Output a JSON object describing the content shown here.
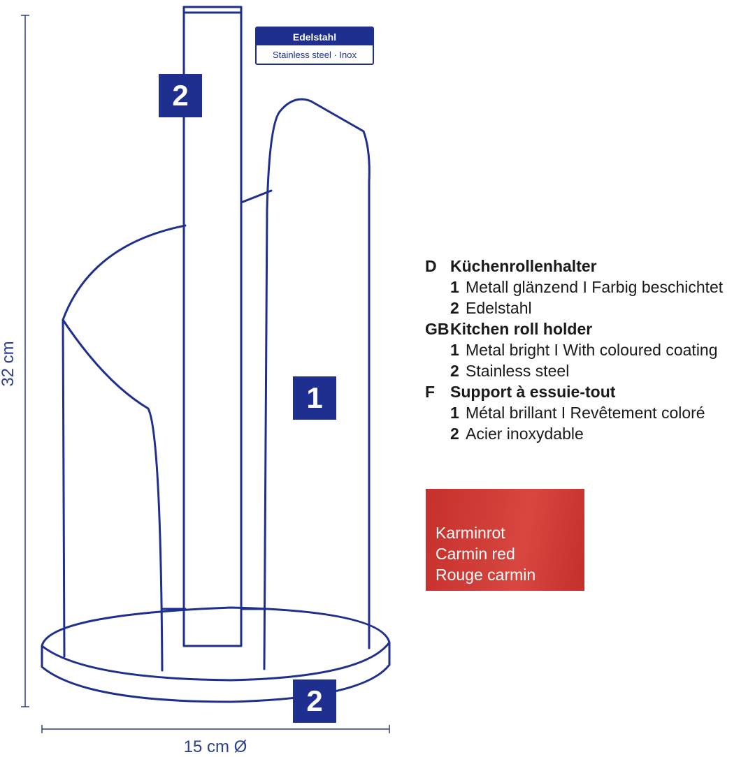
{
  "dimensions": {
    "height": "32 cm",
    "diameter": "15 cm Ø"
  },
  "material_tag": {
    "title": "Edelstahl",
    "subtitle": "Stainless steel · Inox"
  },
  "badges": {
    "rod": "2",
    "body": "1",
    "base": "2"
  },
  "legend": [
    {
      "code": "D",
      "title": "Küchenrollenhalter",
      "items": [
        {
          "num": "1",
          "text": "Metall glänzend I Farbig beschichtet"
        },
        {
          "num": "2",
          "text": "Edelstahl"
        }
      ]
    },
    {
      "code": "GB",
      "title": "Kitchen roll holder",
      "items": [
        {
          "num": "1",
          "text": "Metal bright I With coloured coating"
        },
        {
          "num": "2",
          "text": "Stainless steel"
        }
      ]
    },
    {
      "code": "F",
      "title": "Support à essuie-tout",
      "items": [
        {
          "num": "1",
          "text": "Métal brillant I Revêtement coloré"
        },
        {
          "num": "2",
          "text": "Acier inoxydable"
        }
      ]
    }
  ],
  "color_swatch": {
    "lines": [
      "Karminrot",
      "Carmin red",
      "Rouge carmin"
    ],
    "color": "#c7302c"
  },
  "colors": {
    "line": "#1e2f8f",
    "dimension_line": "#2a3f8f"
  }
}
